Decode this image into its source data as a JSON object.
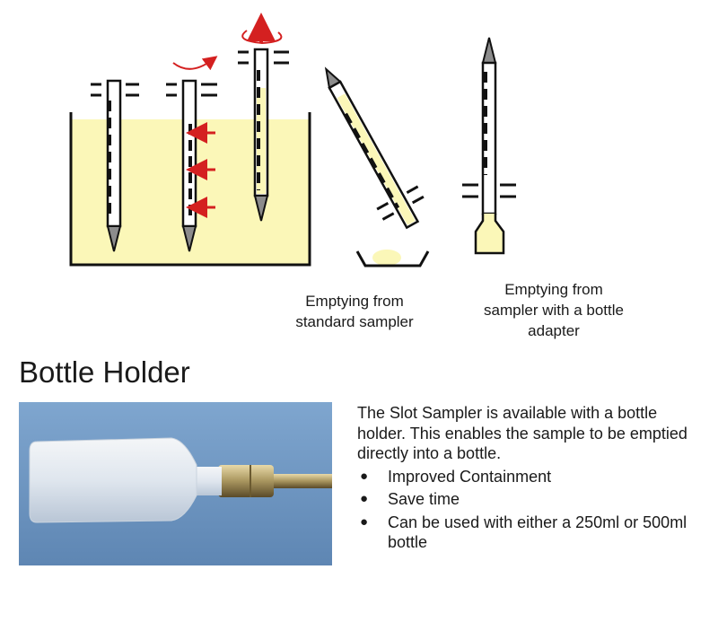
{
  "diagram": {
    "caption_standard": "Emptying from\nstandard sampler",
    "caption_bottle": "Emptying from\nsampler with a bottle\nadapter",
    "colors": {
      "liquid": "#fbf7b8",
      "arrow": "#d42020",
      "tip": "#8c8c8c",
      "outline": "#111111"
    }
  },
  "section": {
    "title": "Bottle Holder",
    "photo_icon": "bottle-on-sampler-photo",
    "description": "The Slot Sampler is available with a bottle holder. This enables the sample to be emptied directly into a bottle.",
    "bullets": [
      "Improved Containment",
      "Save time",
      "Can be used with either a 250ml or 500ml bottle"
    ]
  }
}
